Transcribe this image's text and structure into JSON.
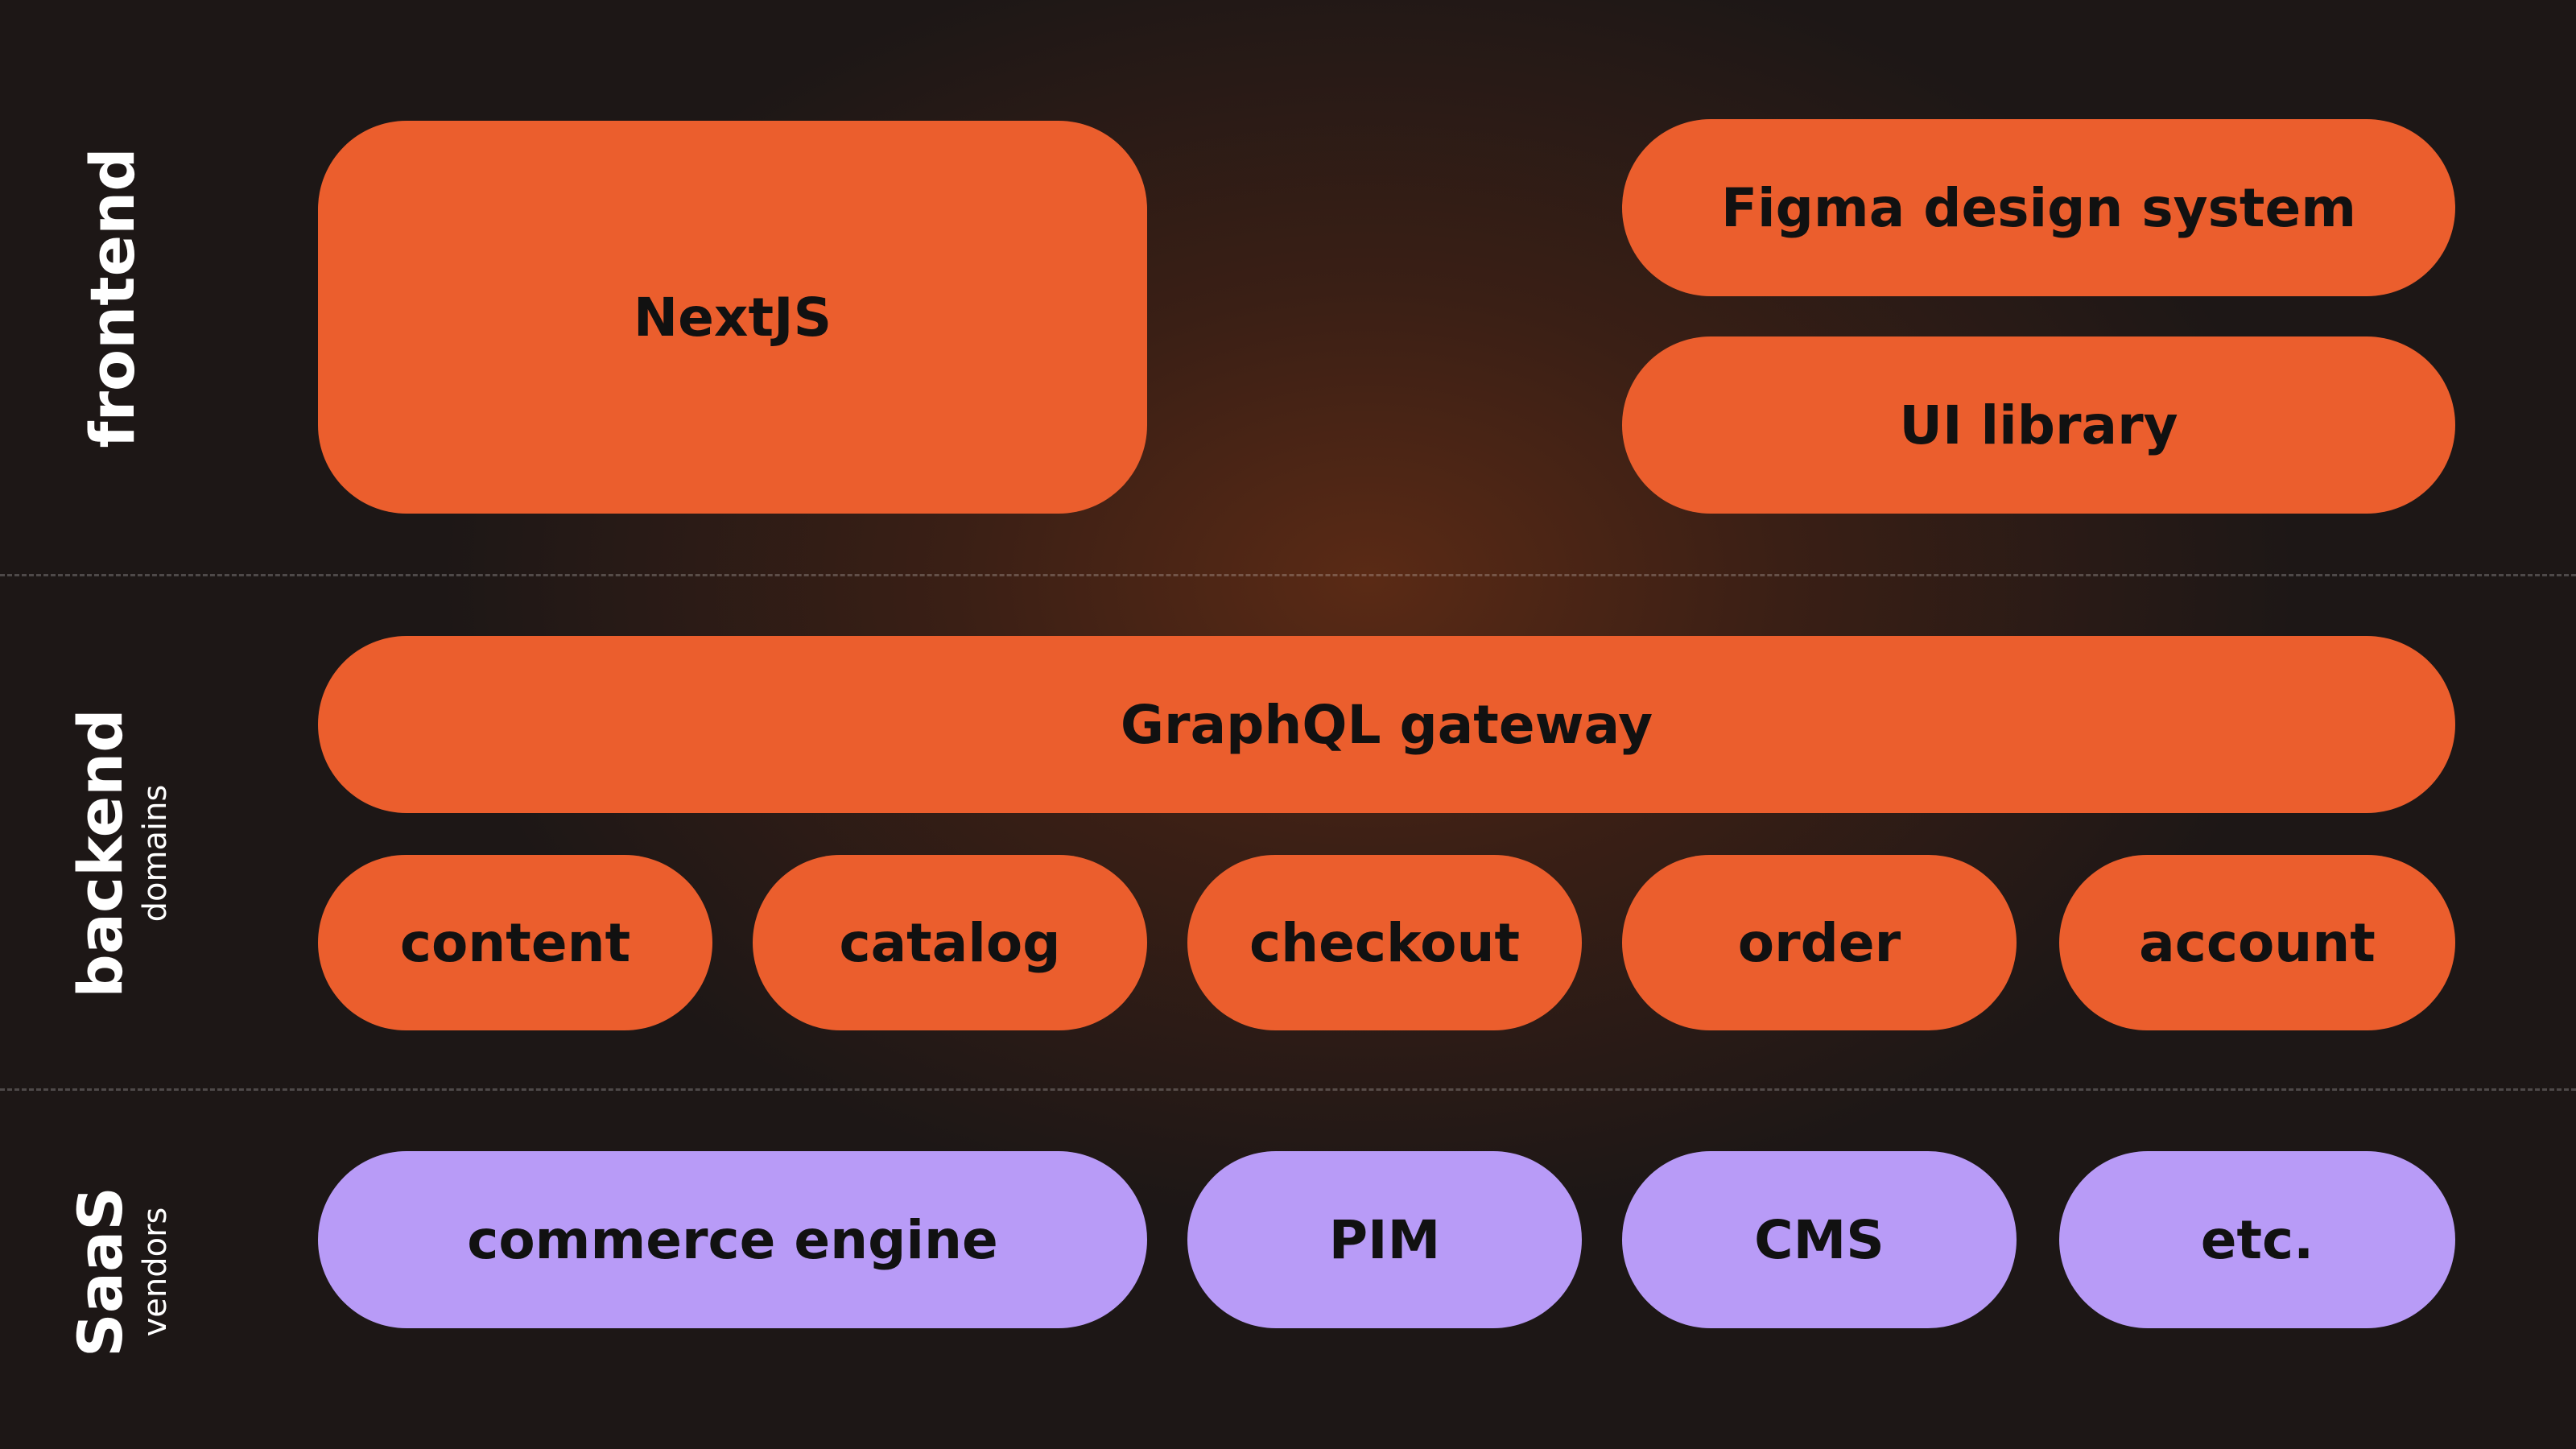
{
  "colors": {
    "orange": "#eb5e2d",
    "purple": "#b89bf7",
    "background": "#1c1717",
    "text": "#111111",
    "label": "#ffffff"
  },
  "layers": {
    "frontend": {
      "title": "frontend"
    },
    "backend": {
      "title": "backend",
      "subtitle": "domains"
    },
    "saas": {
      "title": "SaaS",
      "subtitle": "vendors"
    }
  },
  "frontend": {
    "framework": "NextJS",
    "design_system": "Figma design system",
    "ui_library": "UI library"
  },
  "backend": {
    "gateway": "GraphQL gateway",
    "domains": [
      "content",
      "catalog",
      "checkout",
      "order",
      "account"
    ]
  },
  "saas": {
    "vendors": [
      "commerce engine",
      "PIM",
      "CMS",
      "etc."
    ]
  }
}
